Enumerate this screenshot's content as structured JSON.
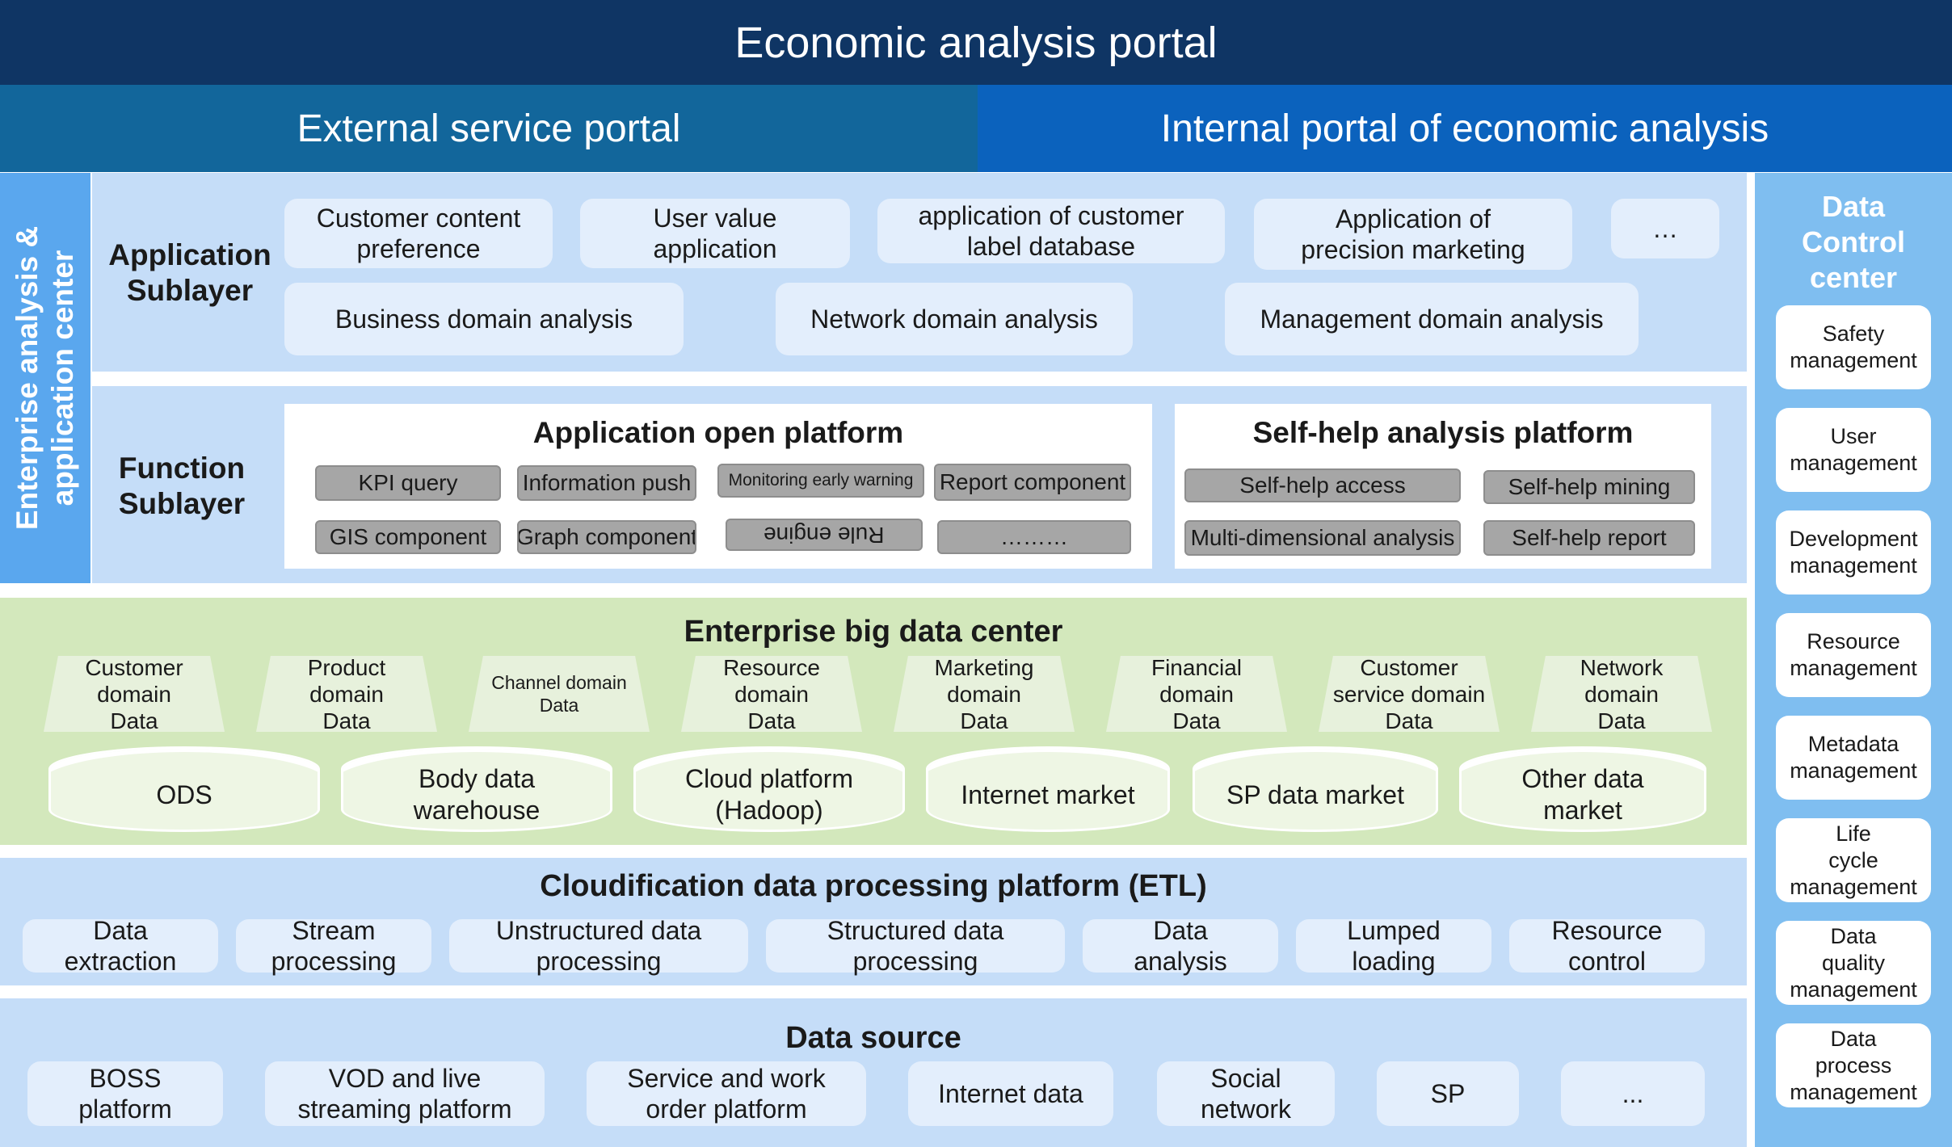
{
  "title": "Economic analysis portal",
  "portals": {
    "external": "External service portal",
    "internal": "Internal portal of economic analysis"
  },
  "side_label": {
    "line1": "Enterprise analysis &",
    "line2": "application center"
  },
  "application_sublayer": {
    "label_line1": "Application",
    "label_line2": "Sublayer",
    "row1": [
      {
        "l1": "Customer content",
        "l2": "preference"
      },
      {
        "l1": "User value",
        "l2": "application"
      },
      {
        "l1": "application of customer",
        "l2": "label database"
      },
      {
        "l1": "Application of",
        "l2": "precision marketing"
      },
      {
        "l1": "…",
        "l2": ""
      }
    ],
    "row2": [
      "Business domain analysis",
      "Network domain analysis",
      "Management domain analysis"
    ]
  },
  "function_sublayer": {
    "label_line1": "Function",
    "label_line2": "Sublayer",
    "app_open_platform": {
      "title": "Application open platform",
      "items": [
        "KPI query",
        "Information push",
        "Monitoring early warning",
        "Report component",
        "GIS component",
        "Graph component",
        "Rule engine",
        "………"
      ]
    },
    "self_help_platform": {
      "title": "Self-help analysis platform",
      "items": [
        "Self-help access",
        "Self-help mining",
        "Multi-dimensional analysis",
        "Self-help report"
      ]
    }
  },
  "big_data_center": {
    "title": "Enterprise big data center",
    "domains": [
      {
        "l1": "Customer",
        "l2": "domain",
        "l3": "Data"
      },
      {
        "l1": "Product",
        "l2": "domain",
        "l3": "Data"
      },
      {
        "l1": "Channel domain",
        "l2": "Data",
        "l3": ""
      },
      {
        "l1": "Resource",
        "l2": "domain",
        "l3": "Data"
      },
      {
        "l1": "Marketing",
        "l2": "domain",
        "l3": "Data"
      },
      {
        "l1": "Financial",
        "l2": "domain",
        "l3": "Data"
      },
      {
        "l1": "Customer",
        "l2": "service domain",
        "l3": "Data"
      },
      {
        "l1": "Network",
        "l2": "domain",
        "l3": "Data"
      }
    ],
    "stores": [
      {
        "l1": "ODS",
        "l2": ""
      },
      {
        "l1": "Body data",
        "l2": "warehouse"
      },
      {
        "l1": "Cloud platform",
        "l2": "(Hadoop)"
      },
      {
        "l1": "Internet market",
        "l2": ""
      },
      {
        "l1": "SP data market",
        "l2": ""
      },
      {
        "l1": "Other data",
        "l2": "market"
      }
    ]
  },
  "etl": {
    "title": "Cloudification data processing platform (ETL)",
    "items": [
      {
        "l1": "Data",
        "l2": "extraction"
      },
      {
        "l1": "Stream",
        "l2": "processing"
      },
      {
        "l1": "Unstructured data",
        "l2": "processing"
      },
      {
        "l1": "Structured data",
        "l2": "processing"
      },
      {
        "l1": "Data",
        "l2": "analysis"
      },
      {
        "l1": "Lumped",
        "l2": "loading"
      },
      {
        "l1": "Resource",
        "l2": "control"
      }
    ]
  },
  "data_source": {
    "title": "Data source",
    "items": [
      {
        "l1": "BOSS",
        "l2": "platform"
      },
      {
        "l1": "VOD and live",
        "l2": "streaming platform"
      },
      {
        "l1": "Service and work",
        "l2": "order platform"
      },
      {
        "l1": "Internet data",
        "l2": ""
      },
      {
        "l1": "Social",
        "l2": "network"
      },
      {
        "l1": "SP",
        "l2": ""
      },
      {
        "l1": "...",
        "l2": ""
      }
    ]
  },
  "data_control_center": {
    "title_l1": "Data",
    "title_l2": "Control",
    "title_l3": "center",
    "items": [
      {
        "l1": "Safety",
        "l2": "management",
        "l3": ""
      },
      {
        "l1": "User",
        "l2": "management",
        "l3": ""
      },
      {
        "l1": "Development",
        "l2": "management",
        "l3": ""
      },
      {
        "l1": "Resource",
        "l2": "management",
        "l3": ""
      },
      {
        "l1": "Metadata",
        "l2": "management",
        "l3": ""
      },
      {
        "l1": "Life",
        "l2": "cycle",
        "l3": "management"
      },
      {
        "l1": "Data",
        "l2": "quality",
        "l3": "management"
      },
      {
        "l1": "Data",
        "l2": "process",
        "l3": "management"
      }
    ]
  },
  "colors": {
    "banner": "#0f3564",
    "external_portal": "#12669b",
    "internal_portal": "#0b62bd",
    "light_blue_band": "#c5ddf8",
    "green_band": "#d3e8bc",
    "side_bar": "#5aa7ee",
    "control_column": "#7fbef0",
    "gray_button": "#a6a6a6"
  }
}
